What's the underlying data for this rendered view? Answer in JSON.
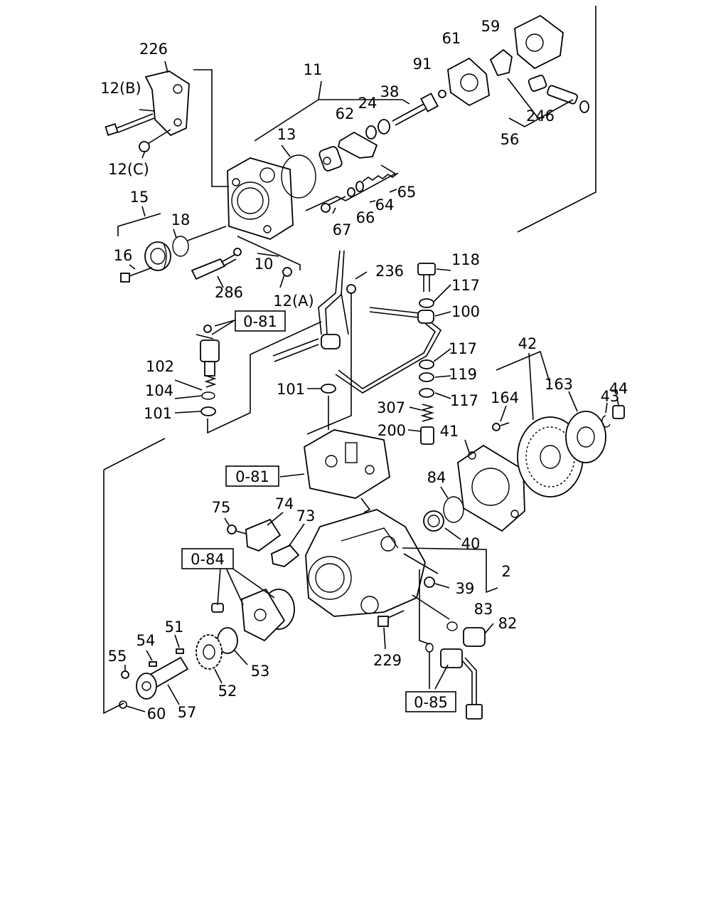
{
  "callouts": {
    "c226": "226",
    "c12b": "12(B)",
    "c12c": "12(C)",
    "c11": "11",
    "c13": "13",
    "c62": "62",
    "c24": "24",
    "c38": "38",
    "c91": "91",
    "c61": "61",
    "c59": "59",
    "c246": "246",
    "c56": "56",
    "c65": "65",
    "c64": "64",
    "c66": "66",
    "c67": "67",
    "c15": "15",
    "c18": "18",
    "c16": "16",
    "c10": "10",
    "c286": "286",
    "c12a": "12(A)",
    "c236": "236",
    "c118": "118",
    "c117a": "117",
    "c100": "100",
    "c102": "102",
    "c104": "104",
    "c101a": "101",
    "c101b": "101",
    "c117b": "117",
    "c119": "119",
    "c117c": "117",
    "c307": "307",
    "c200": "200",
    "c42": "42",
    "c164": "164",
    "c163": "163",
    "c43": "43",
    "c44": "44",
    "c41": "41",
    "c84": "84",
    "c40": "40",
    "c2": "2",
    "c75": "75",
    "c74": "74",
    "c73": "73",
    "c39": "39",
    "c83": "83",
    "c82": "82",
    "c51": "51",
    "c54": "54",
    "c55": "55",
    "c53": "53",
    "c52": "52",
    "c57": "57",
    "c60": "60",
    "c229": "229"
  },
  "references": {
    "ref81a": "0-81",
    "ref81b": "0-81",
    "ref84": "0-84",
    "ref85": "0-85"
  }
}
